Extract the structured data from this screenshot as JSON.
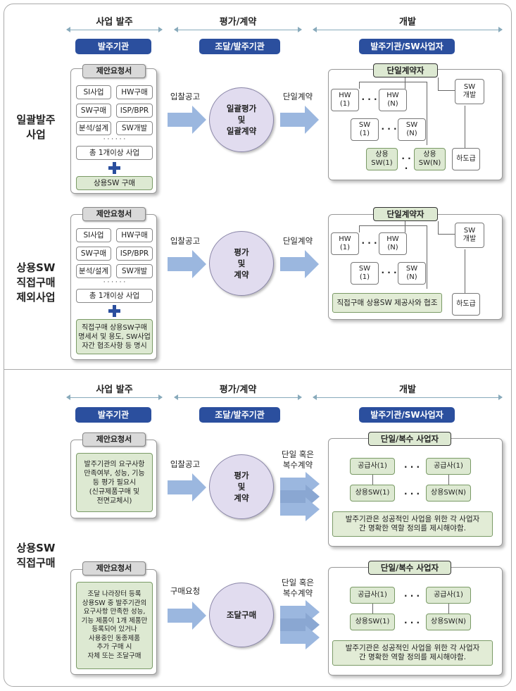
{
  "headers": {
    "col1": "사업 발주",
    "col2": "평가/계약",
    "col3": "개발"
  },
  "pills": {
    "col1": "발주기관",
    "col2": "조달/발주기관",
    "col3": "발주기관/SW사업자"
  },
  "rows": {
    "r1": "일괄발주\n사업",
    "r2": "상용SW\n직접구매\n제외사업",
    "r3": "상용SW\n직접구매"
  },
  "rfp": {
    "title": "제안요청서",
    "items": [
      "SI사업",
      "HW구매",
      "SW구매",
      "ISP/BPR",
      "분석/설계",
      "SW개발"
    ],
    "dots": "· · · · · ·",
    "total": "총 1개이상 사업",
    "s1_bottom": "상용SW 구매",
    "s2_bottom": "직접구매 상용SW구매\n명세서 및 용도, SW사업\n자간 협조사항 등 명시",
    "s3_text": "발주기관의 요구사항\n만족여부, 성능, 기능\n등 평가 필요시\n(신규제품구매 및\n전면교체시)",
    "s4_text": "조달 나라장터 등록\n상용SW 중 발주기관의\n요구사항 만족한 성능,\n기능 제품이 1개 제품만\n등록되어 있거나\n사용중인 동종제품\n추가 구매 시\n자체 또는 조달구매"
  },
  "labels": {
    "bid": "입찰공고",
    "purchase_req": "구매요청",
    "single": "단일계약",
    "single_or_multi": "단일 혹은\n복수계약"
  },
  "circles": {
    "c1": "일괄평가\n및\n일괄계약",
    "c2": "평가\n및\n계약",
    "c3": "평가\n및\n계약",
    "c4": "조달구매"
  },
  "contract": {
    "single_title": "단일계약자",
    "multi_title": "단일/복수 사업자",
    "hw1": "HW\n(1)",
    "hwn": "HW\n(N)",
    "sw1": "SW\n(1)",
    "swn": "SW\n(N)",
    "swdev": "SW\n개발",
    "csw1": "상용\nSW(1)",
    "cswn": "상용\nSW(N)",
    "sub": "하도급",
    "dots": "· · ·",
    "coop": "직접구매 상용SW 제공사와 협조",
    "sup1": "공급사(1)",
    "sup2": "공급사(1)",
    "csw_1": "상용SW(1)",
    "csw_n": "상용SW(N)",
    "note": "발주기관은 성공적인 사업을 위한 각 사업자\n간 명확한 역할 정의를 제시해야함."
  },
  "colors": {
    "navy": "#2b4f9e",
    "green_fill": "#dde9d2",
    "circle_fill": "#e1dcef",
    "arrow": "#9bb7df"
  }
}
